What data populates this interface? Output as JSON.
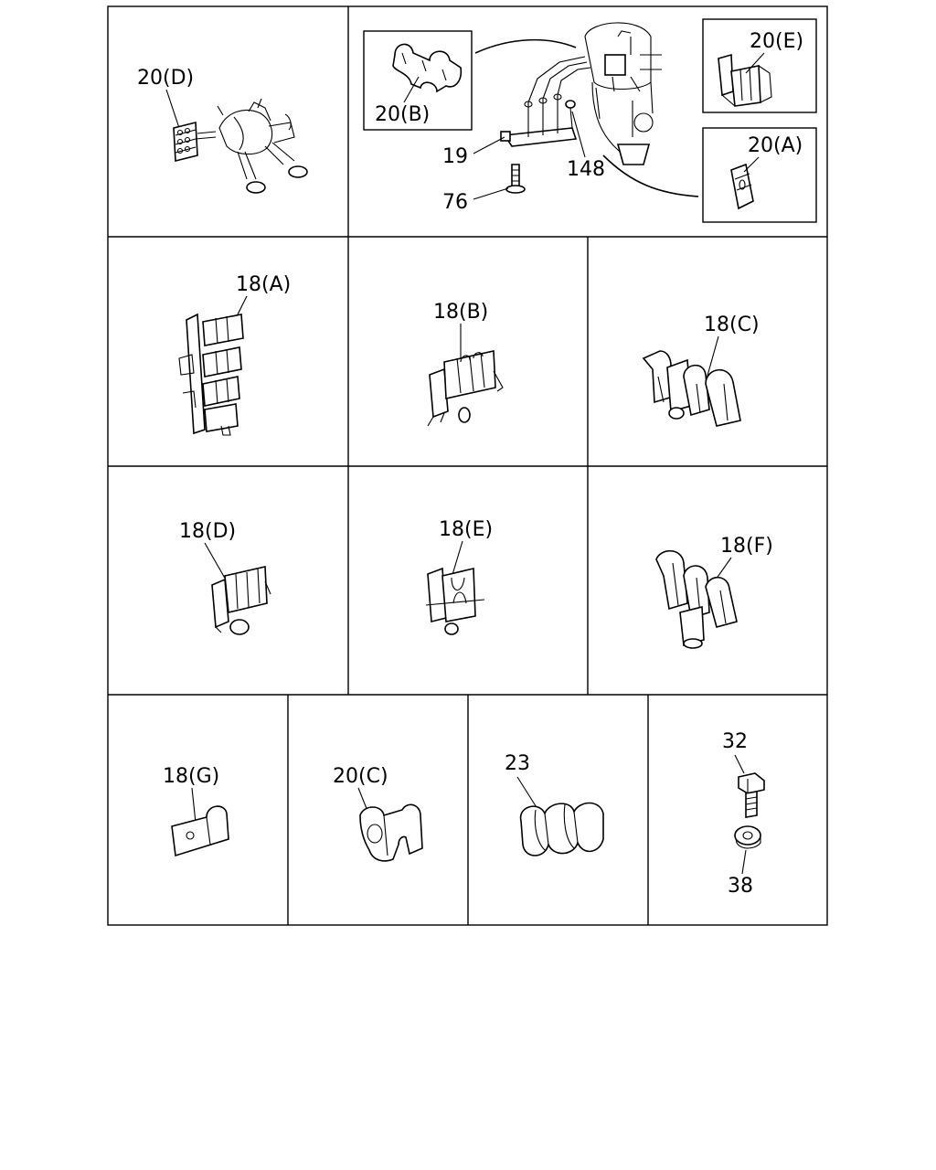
{
  "labels": {
    "p20d": "20(D)",
    "p20b": "20(B)",
    "p19": "19",
    "p76": "76",
    "p148": "148",
    "p20e": "20(E)",
    "p20a": "20(A)",
    "p18a": "18(A)",
    "p18b": "18(B)",
    "p18c": "18(C)",
    "p18d": "18(D)",
    "p18e": "18(E)",
    "p18f": "18(F)",
    "p18g": "18(G)",
    "p20c": "20(C)",
    "p23": "23",
    "p32": "32",
    "p38": "38"
  }
}
